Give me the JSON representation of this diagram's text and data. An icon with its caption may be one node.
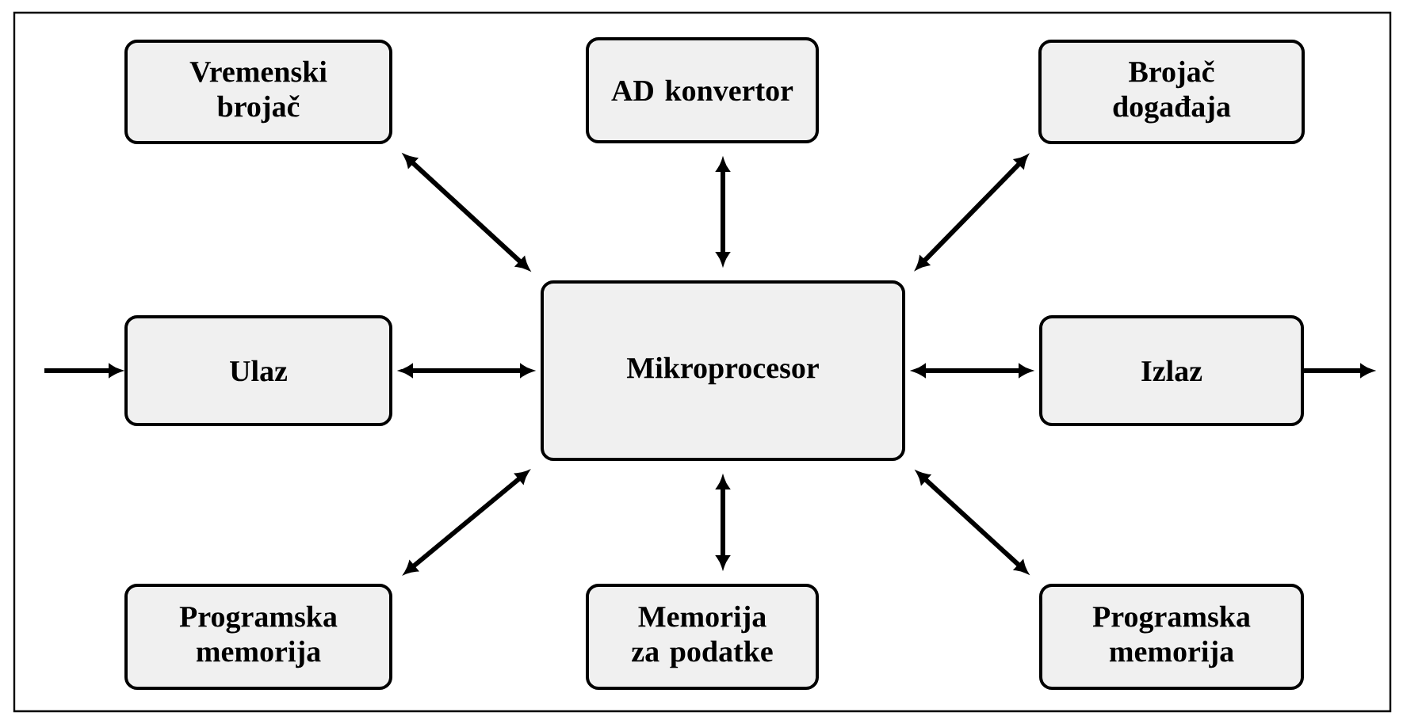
{
  "diagram": {
    "nodes": [
      {
        "text": [
          "Vremenski brojač"
        ]
      },
      {
        "text": [
          "AD konvertor"
        ]
      },
      {
        "text": [
          "Brojač događaja"
        ]
      },
      {
        "text": [
          "Ulaz"
        ]
      },
      {
        "text": [
          "Mikroprocesor"
        ]
      },
      {
        "text": [
          "Izlaz"
        ]
      },
      {
        "text": [
          "Programska memorija"
        ]
      },
      {
        "text": [
          "Memorija za podatke"
        ]
      },
      {
        "text": [
          "Programska memorija"
        ]
      }
    ],
    "edges": [
      {
        "from": null,
        "to": 3,
        "arrow": "to"
      },
      {
        "from": 3,
        "to": 4,
        "arrow": "both"
      },
      {
        "from": 4,
        "to": 5,
        "arrow": "both"
      },
      {
        "from": 5,
        "to": null,
        "arrow": "to"
      },
      {
        "from": 0,
        "to": 4,
        "arrow": "both"
      },
      {
        "from": 1,
        "to": 4,
        "arrow": "both"
      },
      {
        "from": 2,
        "to": 4,
        "arrow": "both"
      },
      {
        "from": 6,
        "to": 4,
        "arrow": "both"
      },
      {
        "from": 7,
        "to": 4,
        "arrow": "both"
      },
      {
        "from": 8,
        "to": 4,
        "arrow": "both"
      }
    ]
  }
}
